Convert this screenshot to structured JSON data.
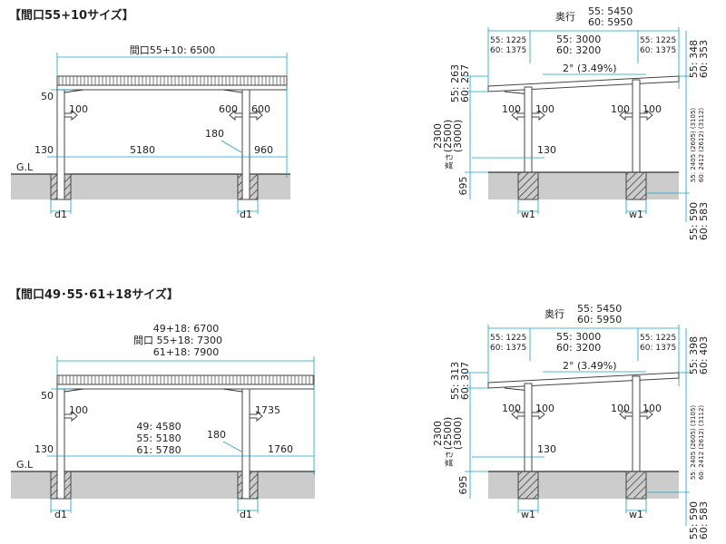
{
  "top_left": {
    "title": "【間口55+10サイズ】",
    "width_label": "間口55+10: 6500",
    "dim_50": "50",
    "dim_100": "100",
    "dim_600a": "600",
    "dim_600b": "600",
    "dim_180": "180",
    "dim_5180": "5180",
    "dim_130": "130",
    "dim_960": "960",
    "gl": "G.L",
    "d1a": "d1",
    "d1b": "d1"
  },
  "bottom_left": {
    "title": "【間口49･55･61+18サイズ】",
    "w_line1": "49+18: 6700",
    "w_line2": "間口 55+18: 7300",
    "w_line3": "61+18: 7900",
    "dim_50": "50",
    "dim_100": "100",
    "dim_1735": "1735",
    "span1": "49: 4580",
    "span2": "55: 5180",
    "span3": "61: 5780",
    "dim_180": "180",
    "dim_130": "130",
    "dim_1760": "1760",
    "gl": "G.L",
    "d1a": "d1",
    "d1b": "d1"
  },
  "top_right": {
    "depth_label": "奥行",
    "depth_55": "55: 5450",
    "depth_60": "60: 5950",
    "seg_l55": "55: 1225",
    "seg_l60": "60: 1375",
    "seg_m55": "55: 3000",
    "seg_m60": "60: 3200",
    "seg_r55": "55: 1225",
    "seg_r60": "60: 1375",
    "slope": "2° (3.49%)",
    "left_top1": "55: 263",
    "left_top2": "60: 257",
    "right_top1": "55: 348",
    "right_top2": "60: 353",
    "h_2300": "2300",
    "h_2500": "(2500)",
    "h_3000": "(3000)",
    "h_label": "高さ",
    "d_100a": "100",
    "d_100b": "100",
    "d_100c": "100",
    "d_100d": "100",
    "d_130": "130",
    "d_695": "695",
    "right_mid1": "55: 2405 (2605) (3105)",
    "right_mid2": "60: 2412 (2612) (3112)",
    "right_bot1": "55: 590",
    "right_bot2": "60: 583",
    "w1a": "w1",
    "w1b": "w1"
  },
  "bottom_right": {
    "depth_label": "奥行",
    "depth_55": "55: 5450",
    "depth_60": "60: 5950",
    "seg_l55": "55: 1225",
    "seg_l60": "60: 1375",
    "seg_m55": "55: 3000",
    "seg_m60": "60: 3200",
    "seg_r55": "55: 1225",
    "seg_r60": "60: 1375",
    "slope": "2° (3.49%)",
    "left_top1": "55: 313",
    "left_top2": "60: 307",
    "right_top1": "55: 398",
    "right_top2": "60: 403",
    "h_2300": "2300",
    "h_2500": "(2500)",
    "h_3000": "(3000)",
    "h_label": "高さ",
    "d_100a": "100",
    "d_100b": "100",
    "d_100c": "100",
    "d_100d": "100",
    "d_130": "130",
    "d_695": "695",
    "right_mid1": "55: 2405 (2605) (3105)",
    "right_mid2": "60: 2412 (2612) (3112)",
    "right_bot1": "55: 590",
    "right_bot2": "60: 583",
    "w1a": "w1",
    "w1b": "w1"
  }
}
